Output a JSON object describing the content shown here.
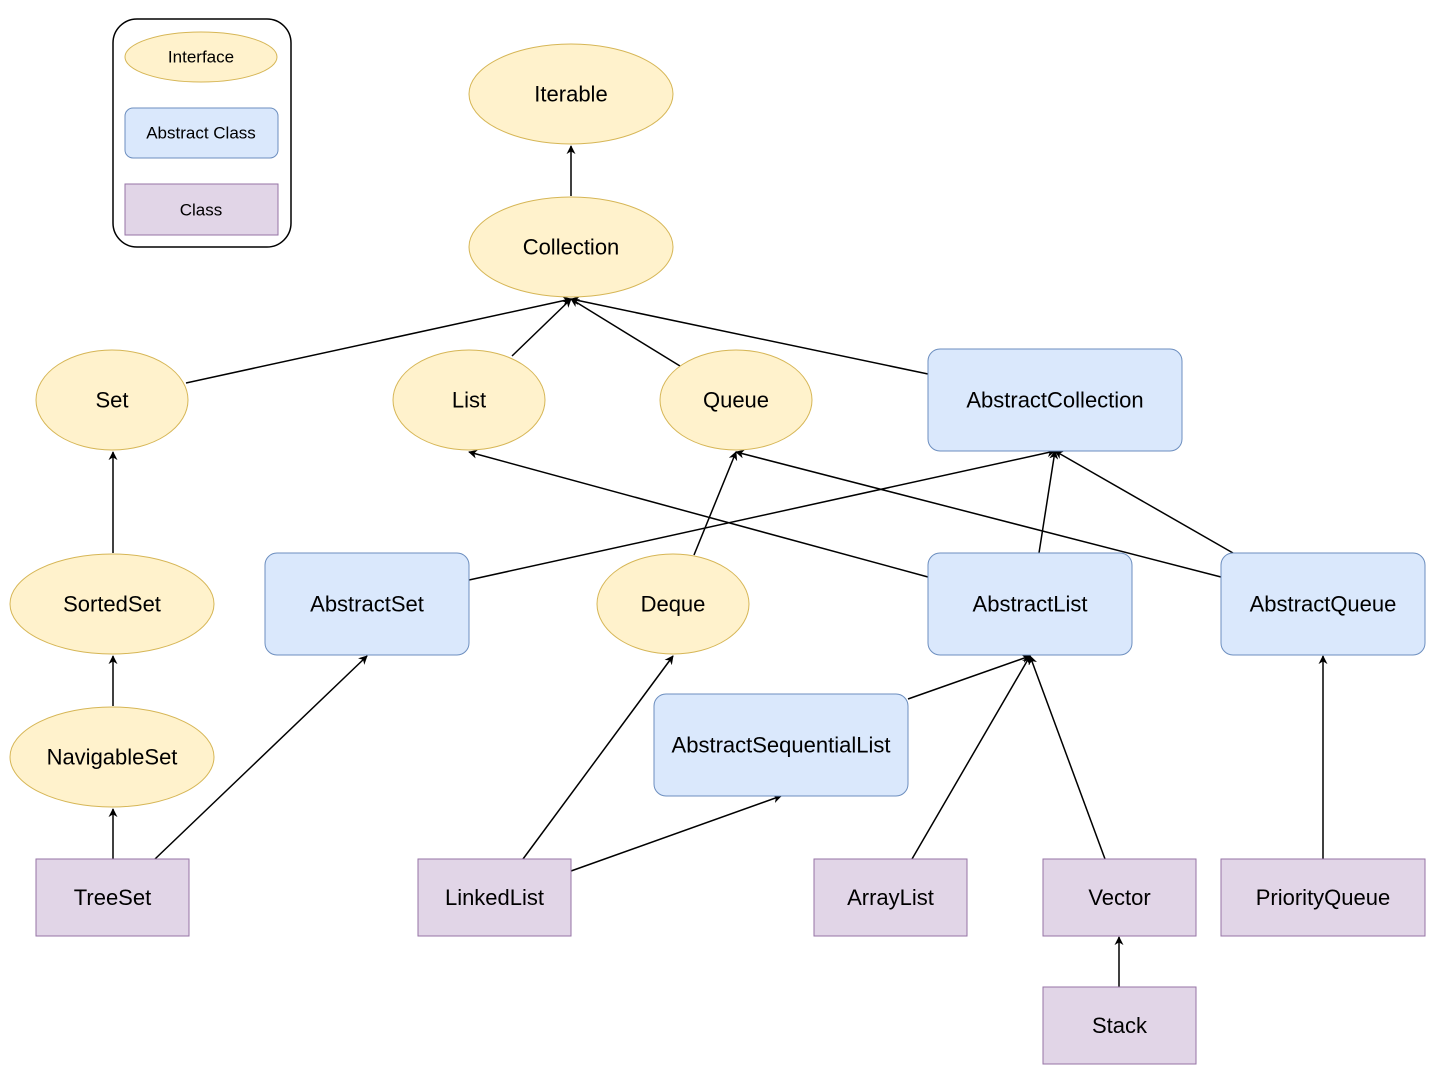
{
  "legend": {
    "items": [
      {
        "id": "interface",
        "label": "Interface",
        "kind": "interface"
      },
      {
        "id": "abstract",
        "label": "Abstract Class",
        "kind": "abstract"
      },
      {
        "id": "class",
        "label": "Class",
        "kind": "class"
      }
    ]
  },
  "colors": {
    "interface_fill": "#fff2cc",
    "interface_stroke": "#d6b656",
    "abstract_fill": "#dae8fc",
    "abstract_stroke": "#6c8ebf",
    "class_fill": "#e1d5e7",
    "class_stroke": "#9673a6",
    "edge": "#000000"
  },
  "nodes": [
    {
      "id": "iterable",
      "label": "Iterable",
      "kind": "interface"
    },
    {
      "id": "collection",
      "label": "Collection",
      "kind": "interface"
    },
    {
      "id": "set",
      "label": "Set",
      "kind": "interface"
    },
    {
      "id": "list",
      "label": "List",
      "kind": "interface"
    },
    {
      "id": "queue",
      "label": "Queue",
      "kind": "interface"
    },
    {
      "id": "abstractcollection",
      "label": "AbstractCollection",
      "kind": "abstract"
    },
    {
      "id": "sortedset",
      "label": "SortedSet",
      "kind": "interface"
    },
    {
      "id": "abstractset",
      "label": "AbstractSet",
      "kind": "abstract"
    },
    {
      "id": "deque",
      "label": "Deque",
      "kind": "interface"
    },
    {
      "id": "abstractlist",
      "label": "AbstractList",
      "kind": "abstract"
    },
    {
      "id": "abstractqueue",
      "label": "AbstractQueue",
      "kind": "abstract"
    },
    {
      "id": "navigableset",
      "label": "NavigableSet",
      "kind": "interface"
    },
    {
      "id": "abstractsequentiallist",
      "label": "AbstractSequentialList",
      "kind": "abstract"
    },
    {
      "id": "treeset",
      "label": "TreeSet",
      "kind": "class"
    },
    {
      "id": "linkedlist",
      "label": "LinkedList",
      "kind": "class"
    },
    {
      "id": "arraylist",
      "label": "ArrayList",
      "kind": "class"
    },
    {
      "id": "vector",
      "label": "Vector",
      "kind": "class"
    },
    {
      "id": "priorityqueue",
      "label": "PriorityQueue",
      "kind": "class"
    },
    {
      "id": "stack",
      "label": "Stack",
      "kind": "class"
    }
  ],
  "edges": [
    {
      "from": "collection",
      "to": "iterable"
    },
    {
      "from": "set",
      "to": "collection"
    },
    {
      "from": "list",
      "to": "collection"
    },
    {
      "from": "queue",
      "to": "collection"
    },
    {
      "from": "abstractcollection",
      "to": "collection"
    },
    {
      "from": "sortedset",
      "to": "set"
    },
    {
      "from": "navigableset",
      "to": "sortedset"
    },
    {
      "from": "treeset",
      "to": "navigableset"
    },
    {
      "from": "treeset",
      "to": "abstractset"
    },
    {
      "from": "abstractset",
      "to": "abstractcollection"
    },
    {
      "from": "deque",
      "to": "queue"
    },
    {
      "from": "abstractlist",
      "to": "list"
    },
    {
      "from": "abstractlist",
      "to": "abstractcollection"
    },
    {
      "from": "abstractqueue",
      "to": "queue"
    },
    {
      "from": "abstractqueue",
      "to": "abstractcollection"
    },
    {
      "from": "abstractsequentiallist",
      "to": "abstractlist"
    },
    {
      "from": "linkedlist",
      "to": "deque"
    },
    {
      "from": "linkedlist",
      "to": "abstractsequentiallist"
    },
    {
      "from": "arraylist",
      "to": "abstractlist"
    },
    {
      "from": "vector",
      "to": "abstractlist"
    },
    {
      "from": "priorityqueue",
      "to": "abstractqueue"
    },
    {
      "from": "stack",
      "to": "vector"
    }
  ]
}
